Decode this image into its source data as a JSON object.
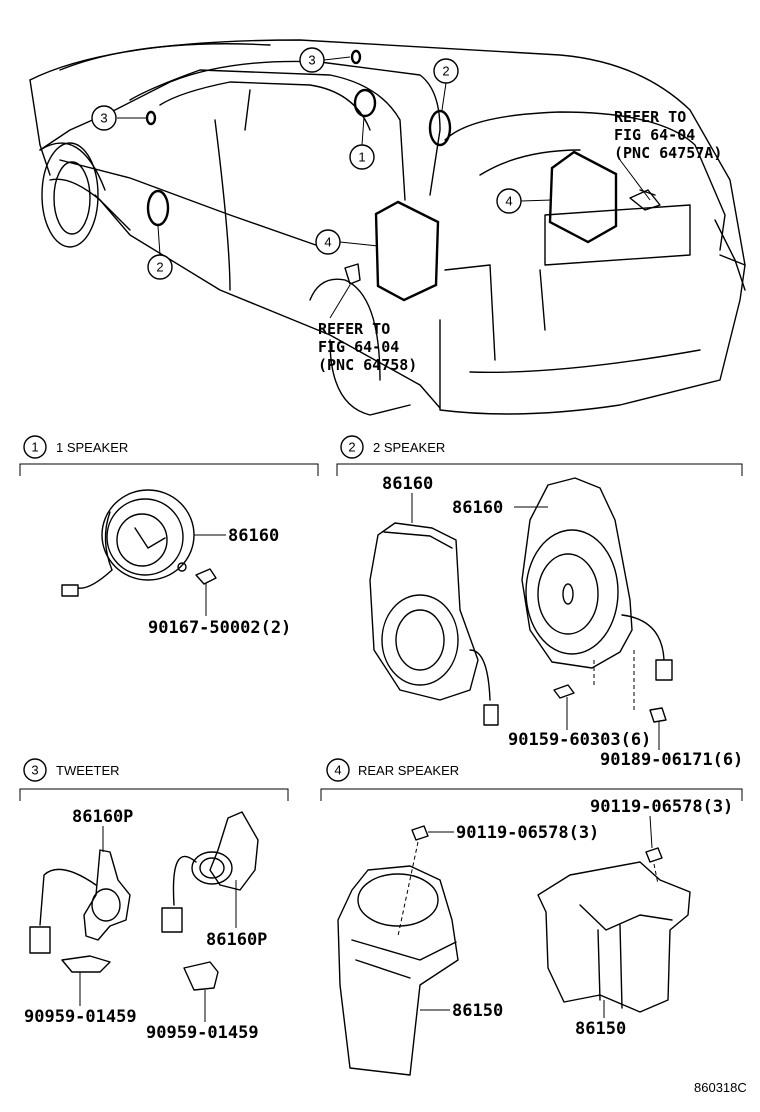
{
  "callouts": {
    "one": "1",
    "two": "2",
    "three": "3",
    "four": "4"
  },
  "references": {
    "rear_door": {
      "line1": "REFER TO",
      "line2": "FIG 64-04",
      "line3": "(PNC 64757A)"
    },
    "quarter": {
      "line1": "REFER TO",
      "line2": "FIG 64-04",
      "line3": "(PNC 64758)"
    }
  },
  "sections": {
    "s1": {
      "number": "1",
      "title": "1 SPEAKER"
    },
    "s2": {
      "number": "2",
      "title": "2 SPEAKER"
    },
    "s3": {
      "number": "3",
      "title": "TWEETER"
    },
    "s4": {
      "number": "4",
      "title": "REAR SPEAKER"
    }
  },
  "parts": {
    "s1_speaker": "86160",
    "s1_screw": "90167-50002(2)",
    "s2_speaker_a": "86160",
    "s2_speaker_b": "86160",
    "s2_screw": "90159-60303(6)",
    "s2_nut": "90189-06171(6)",
    "s3_tweeter_a": "86160P",
    "s3_tweeter_b": "86160P",
    "s3_clip_a": "90959-01459",
    "s3_clip_b": "90959-01459",
    "s4_screw_a": "90119-06578(3)",
    "s4_screw_b": "90119-06578(3)",
    "s4_box_a": "86150",
    "s4_box_b": "86150"
  },
  "figure_code": "860318C"
}
